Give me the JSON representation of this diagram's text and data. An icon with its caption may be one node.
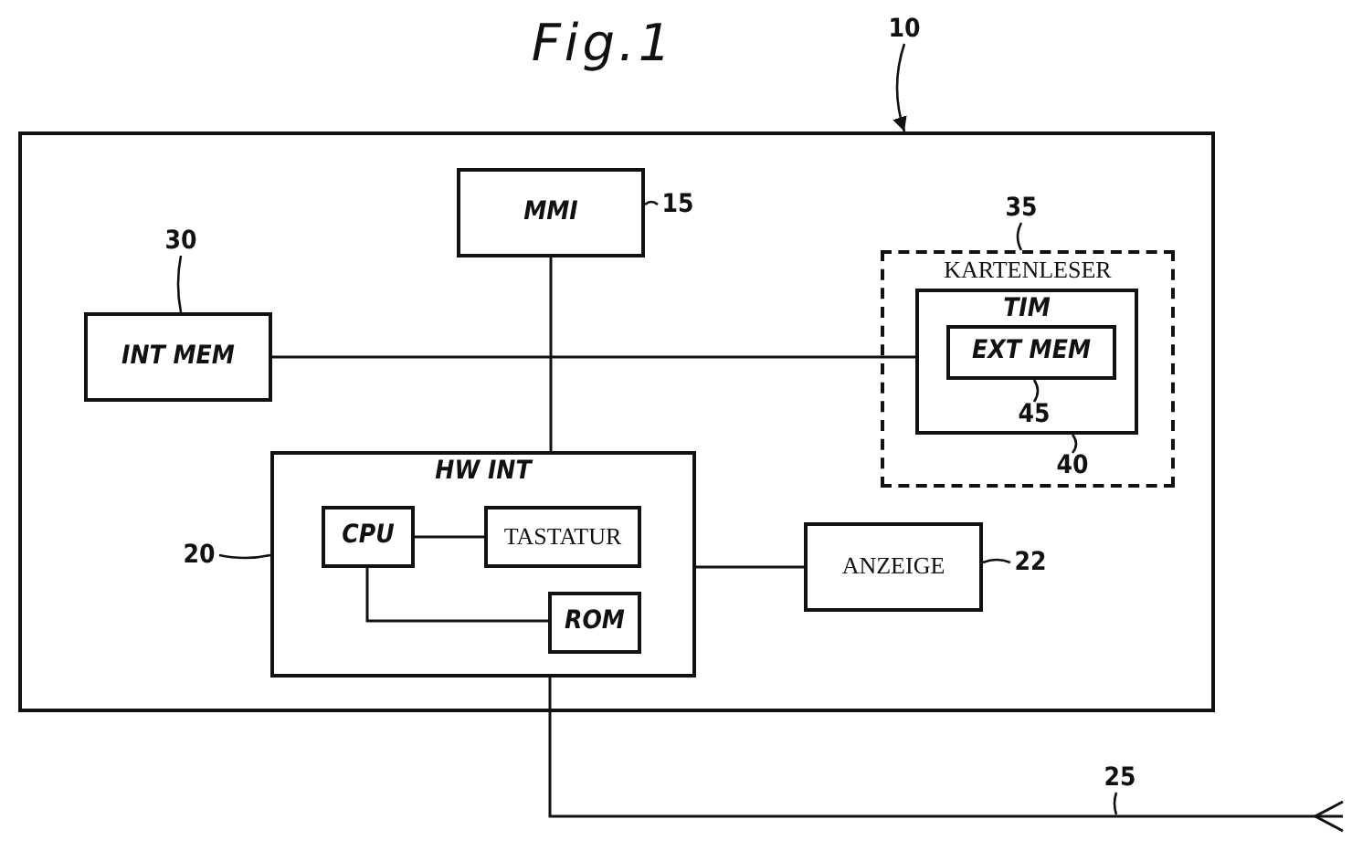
{
  "diagram": {
    "title": "Fig.1",
    "nodes": [
      {
        "text": [],
        "shape": "box"
      },
      {
        "text": [
          "10"
        ]
      },
      {
        "text": [
          "MMI"
        ],
        "in": 0
      },
      {
        "text": [
          "15"
        ],
        "in": 0
      },
      {
        "text": [
          "30"
        ],
        "in": 0
      },
      {
        "text": [
          "INT MEM"
        ],
        "in": 0
      },
      {
        "text": [
          "35"
        ],
        "in": 0
      },
      {
        "text": [
          "KARTENLESER"
        ],
        "in": 0
      },
      {
        "text": [
          "TIM"
        ],
        "in": 7
      },
      {
        "text": [
          "EXT MEM"
        ],
        "in": 8
      },
      {
        "text": [
          "45"
        ],
        "in": 8
      },
      {
        "text": [
          "40"
        ],
        "in": 7
      },
      {
        "text": [
          "HW INT"
        ],
        "in": 0
      },
      {
        "text": [
          "CPU"
        ],
        "in": 12
      },
      {
        "text": [
          "TASTATUR"
        ],
        "in": 12
      },
      {
        "text": [
          "ROM"
        ],
        "in": 12
      },
      {
        "text": [
          "20"
        ],
        "in": 0
      },
      {
        "text": [
          "ANZEIGE"
        ],
        "in": 0
      },
      {
        "text": [
          "22"
        ],
        "in": 0
      },
      {
        "text": [
          "25"
        ]
      }
    ],
    "edges": [
      {
        "from": 1,
        "to": 0,
        "arrow": "to"
      },
      {
        "from": 2,
        "to": 12,
        "arrow": "none"
      },
      {
        "from": 5,
        "to": 8,
        "arrow": "none"
      },
      {
        "from": 13,
        "to": 14,
        "arrow": "none"
      },
      {
        "from": 13,
        "to": 15,
        "arrow": "none"
      },
      {
        "from": 12,
        "to": 17,
        "arrow": "none"
      },
      {
        "from": 12,
        "to": null,
        "arrow": "other"
      },
      {
        "from": 3,
        "to": 2,
        "arrow": "none"
      },
      {
        "from": 4,
        "to": 5,
        "arrow": "none"
      },
      {
        "from": 6,
        "to": 7,
        "arrow": "none"
      },
      {
        "from": 10,
        "to": 9,
        "arrow": "none"
      },
      {
        "from": 11,
        "to": 8,
        "arrow": "none"
      },
      {
        "from": 16,
        "to": 12,
        "arrow": "none"
      },
      {
        "from": 18,
        "to": 17,
        "arrow": "none"
      },
      {
        "from": 19,
        "to": null,
        "arrow": "none"
      }
    ]
  }
}
